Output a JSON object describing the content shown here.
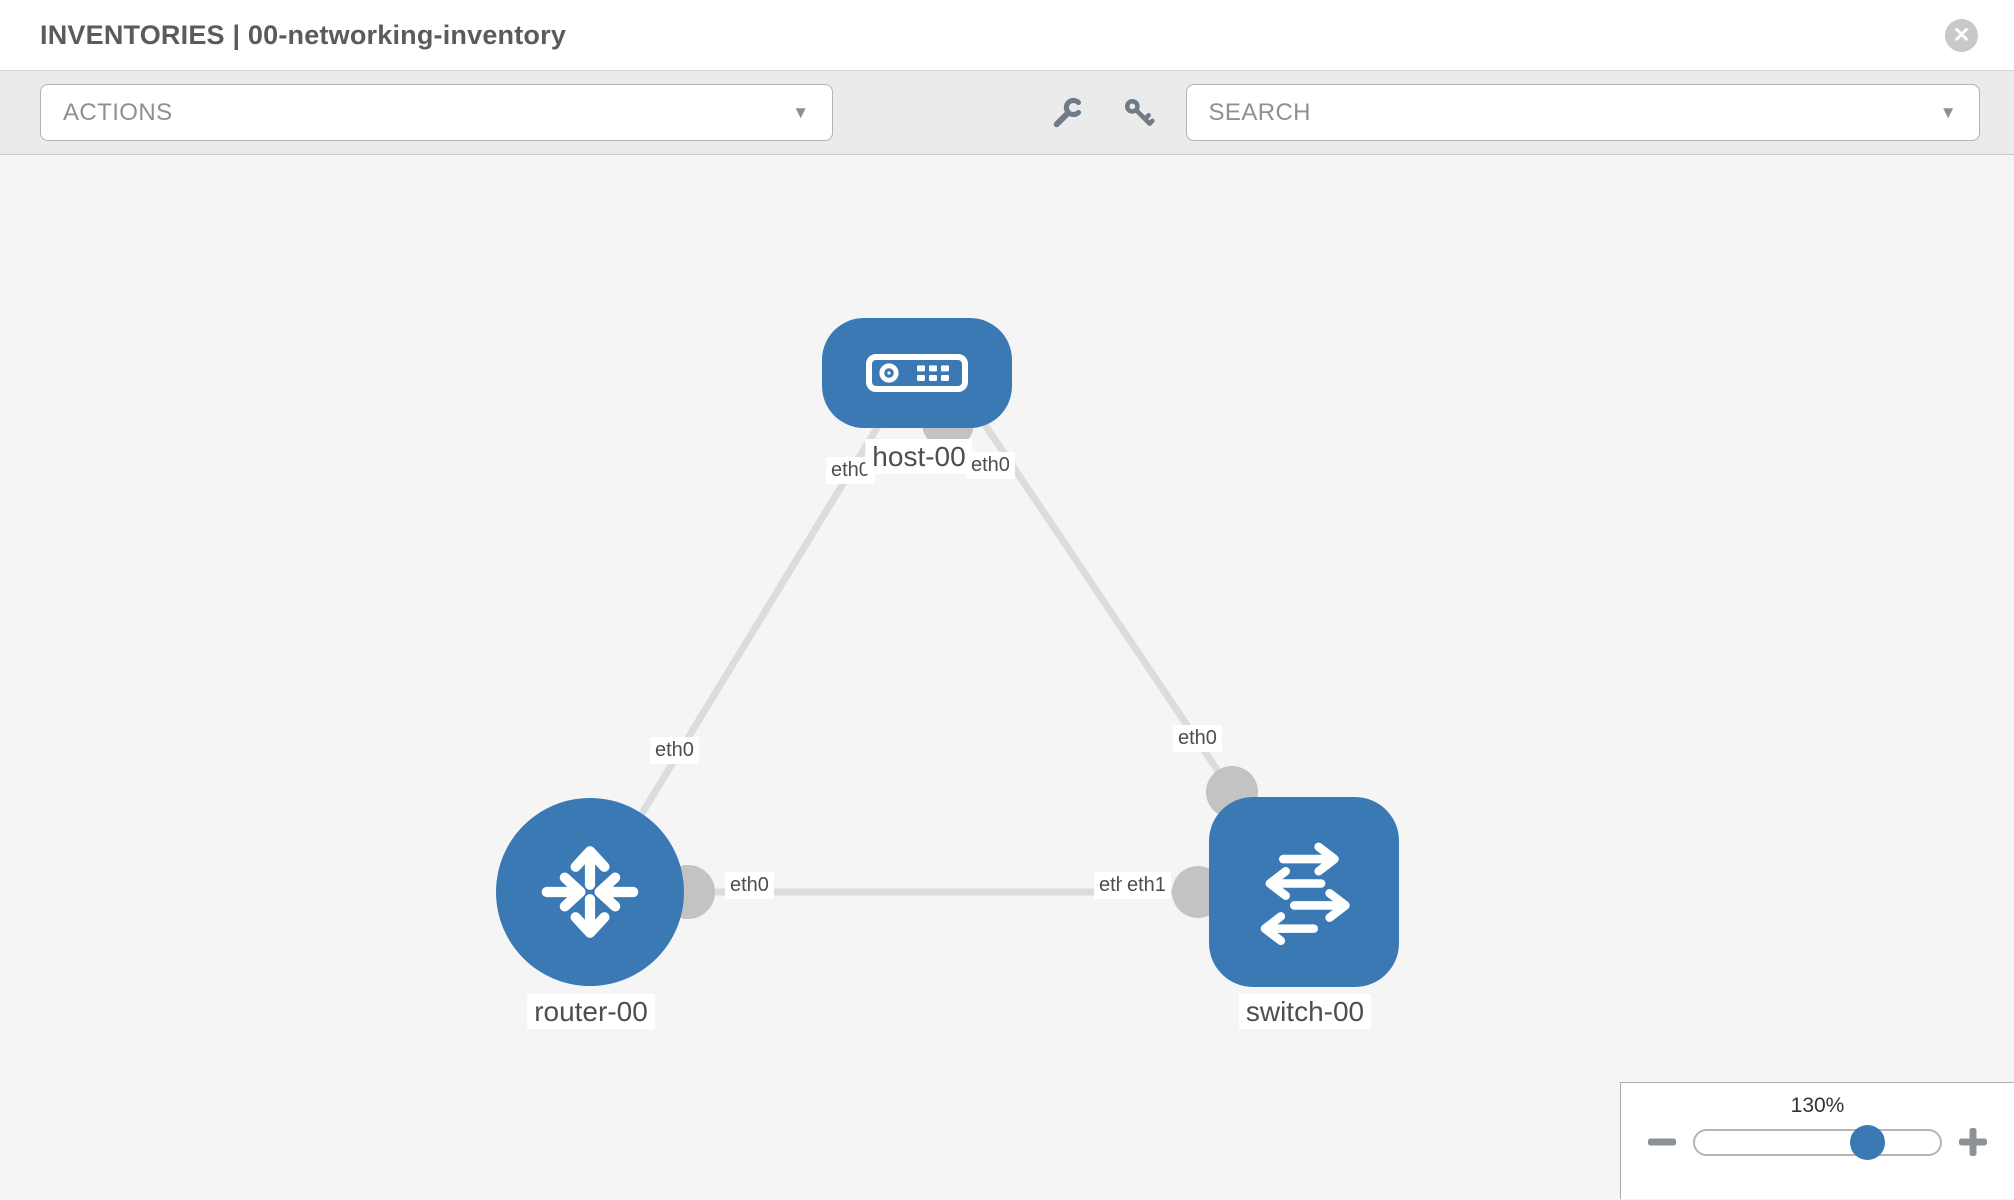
{
  "header": {
    "title": "INVENTORIES | 00-networking-inventory"
  },
  "icons": {
    "close": "✕",
    "caret": "▼"
  },
  "toolbar": {
    "actions_label": "ACTIONS",
    "search_label": "SEARCH"
  },
  "diagram": {
    "nodes": [
      {
        "id": "host-00",
        "type": "host",
        "label": "host-00"
      },
      {
        "id": "router-00",
        "type": "router",
        "label": "router-00"
      },
      {
        "id": "switch-00",
        "type": "switch",
        "label": "switch-00"
      }
    ],
    "links": [
      {
        "from": "host-00",
        "to": "router-00",
        "from_if": "eth0",
        "to_if": "eth0"
      },
      {
        "from": "host-00",
        "to": "switch-00",
        "from_if": "eth0",
        "to_if": "eth0"
      },
      {
        "from": "router-00",
        "to": "switch-00",
        "from_if": "eth0",
        "to_if": "eth1"
      }
    ],
    "overlapped_label": "eth0",
    "colors": {
      "node_blue": "#3b79b5",
      "port_gray": "#c3c3c3",
      "link_gray": "#dcdcdc"
    }
  },
  "zoom_control": {
    "level": "130%"
  }
}
